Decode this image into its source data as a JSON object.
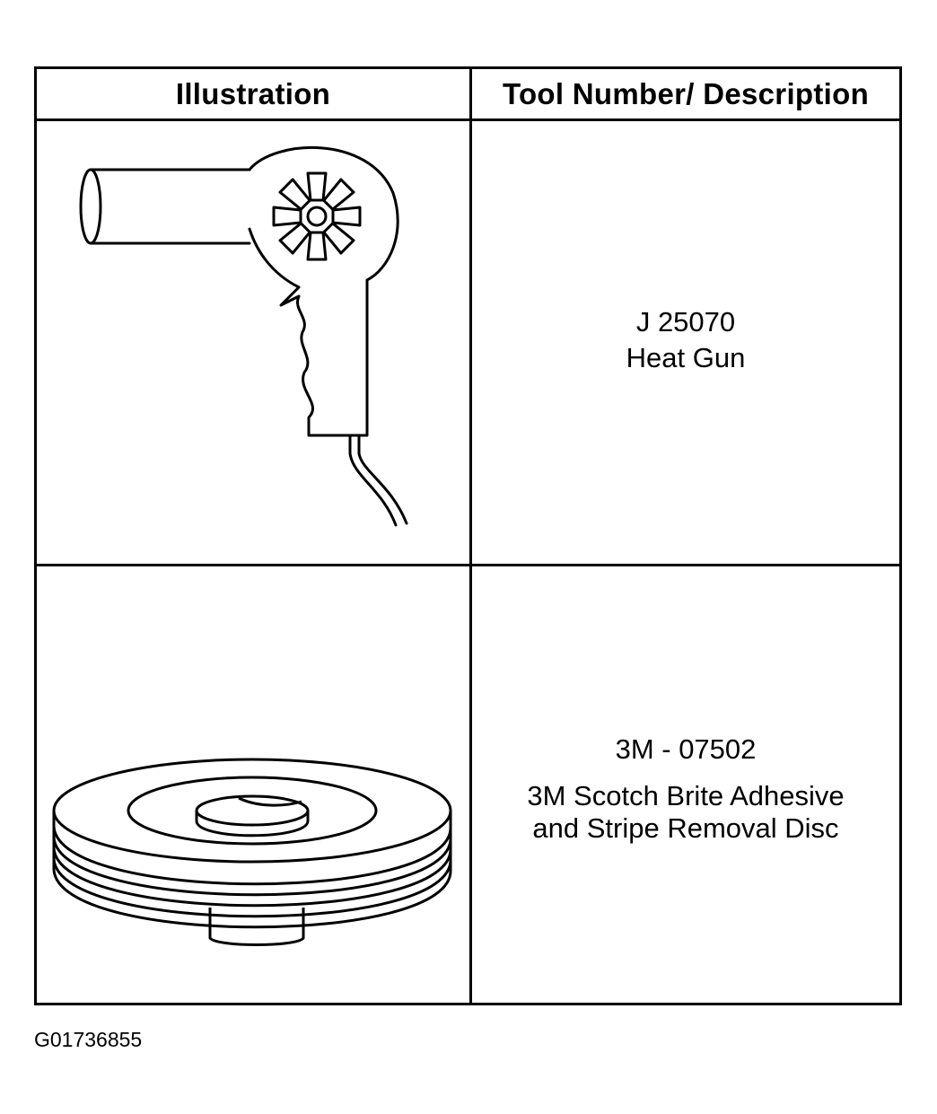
{
  "table": {
    "header": {
      "illustration": "Illustration",
      "tool": "Tool Number/ Description"
    },
    "rows": [
      {
        "icon": "heat-gun-icon",
        "number": "J 25070",
        "description": "Heat Gun"
      },
      {
        "icon": "removal-disc-icon",
        "number": "3M - 07502",
        "description_lines": [
          "3M Scotch Brite Adhesive",
          "and Stripe Removal Disc"
        ]
      }
    ]
  },
  "figure_id": "G01736855"
}
